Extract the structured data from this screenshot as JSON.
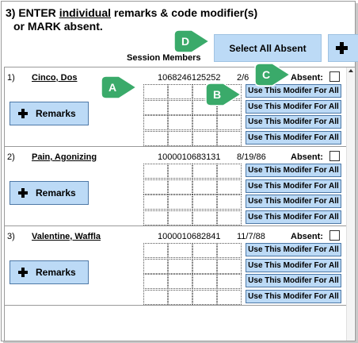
{
  "instruction": {
    "prefix": "3) ENTER ",
    "underlined": "individual",
    "suffix": " remarks & code modifier(s)",
    "line2": "or MARK absent."
  },
  "header": {
    "session_members_label": "Session Members",
    "select_all_absent_label": "Select All Absent",
    "add_icon": "plus-icon"
  },
  "row_labels": {
    "absent": "Absent:",
    "remarks": "Remarks",
    "modifier_button": "Use This Modifer For All"
  },
  "members": [
    {
      "number": "1)",
      "name": "Cinco, Dos",
      "id": "1068246125252",
      "dob": "2/6"
    },
    {
      "number": "2)",
      "name": "Pain, Agonizing",
      "id": "1000010683131",
      "dob": "8/19/86"
    },
    {
      "number": "3)",
      "name": "Valentine, Waffla",
      "id": "1000010682841",
      "dob": "11/7/88"
    }
  ],
  "callouts": {
    "a": "A",
    "b": "B",
    "c": "C",
    "d": "D",
    "color": "#3aaa6a"
  },
  "colors": {
    "button_fill": "#bcdaf6",
    "button_border": "#4e79a7"
  }
}
